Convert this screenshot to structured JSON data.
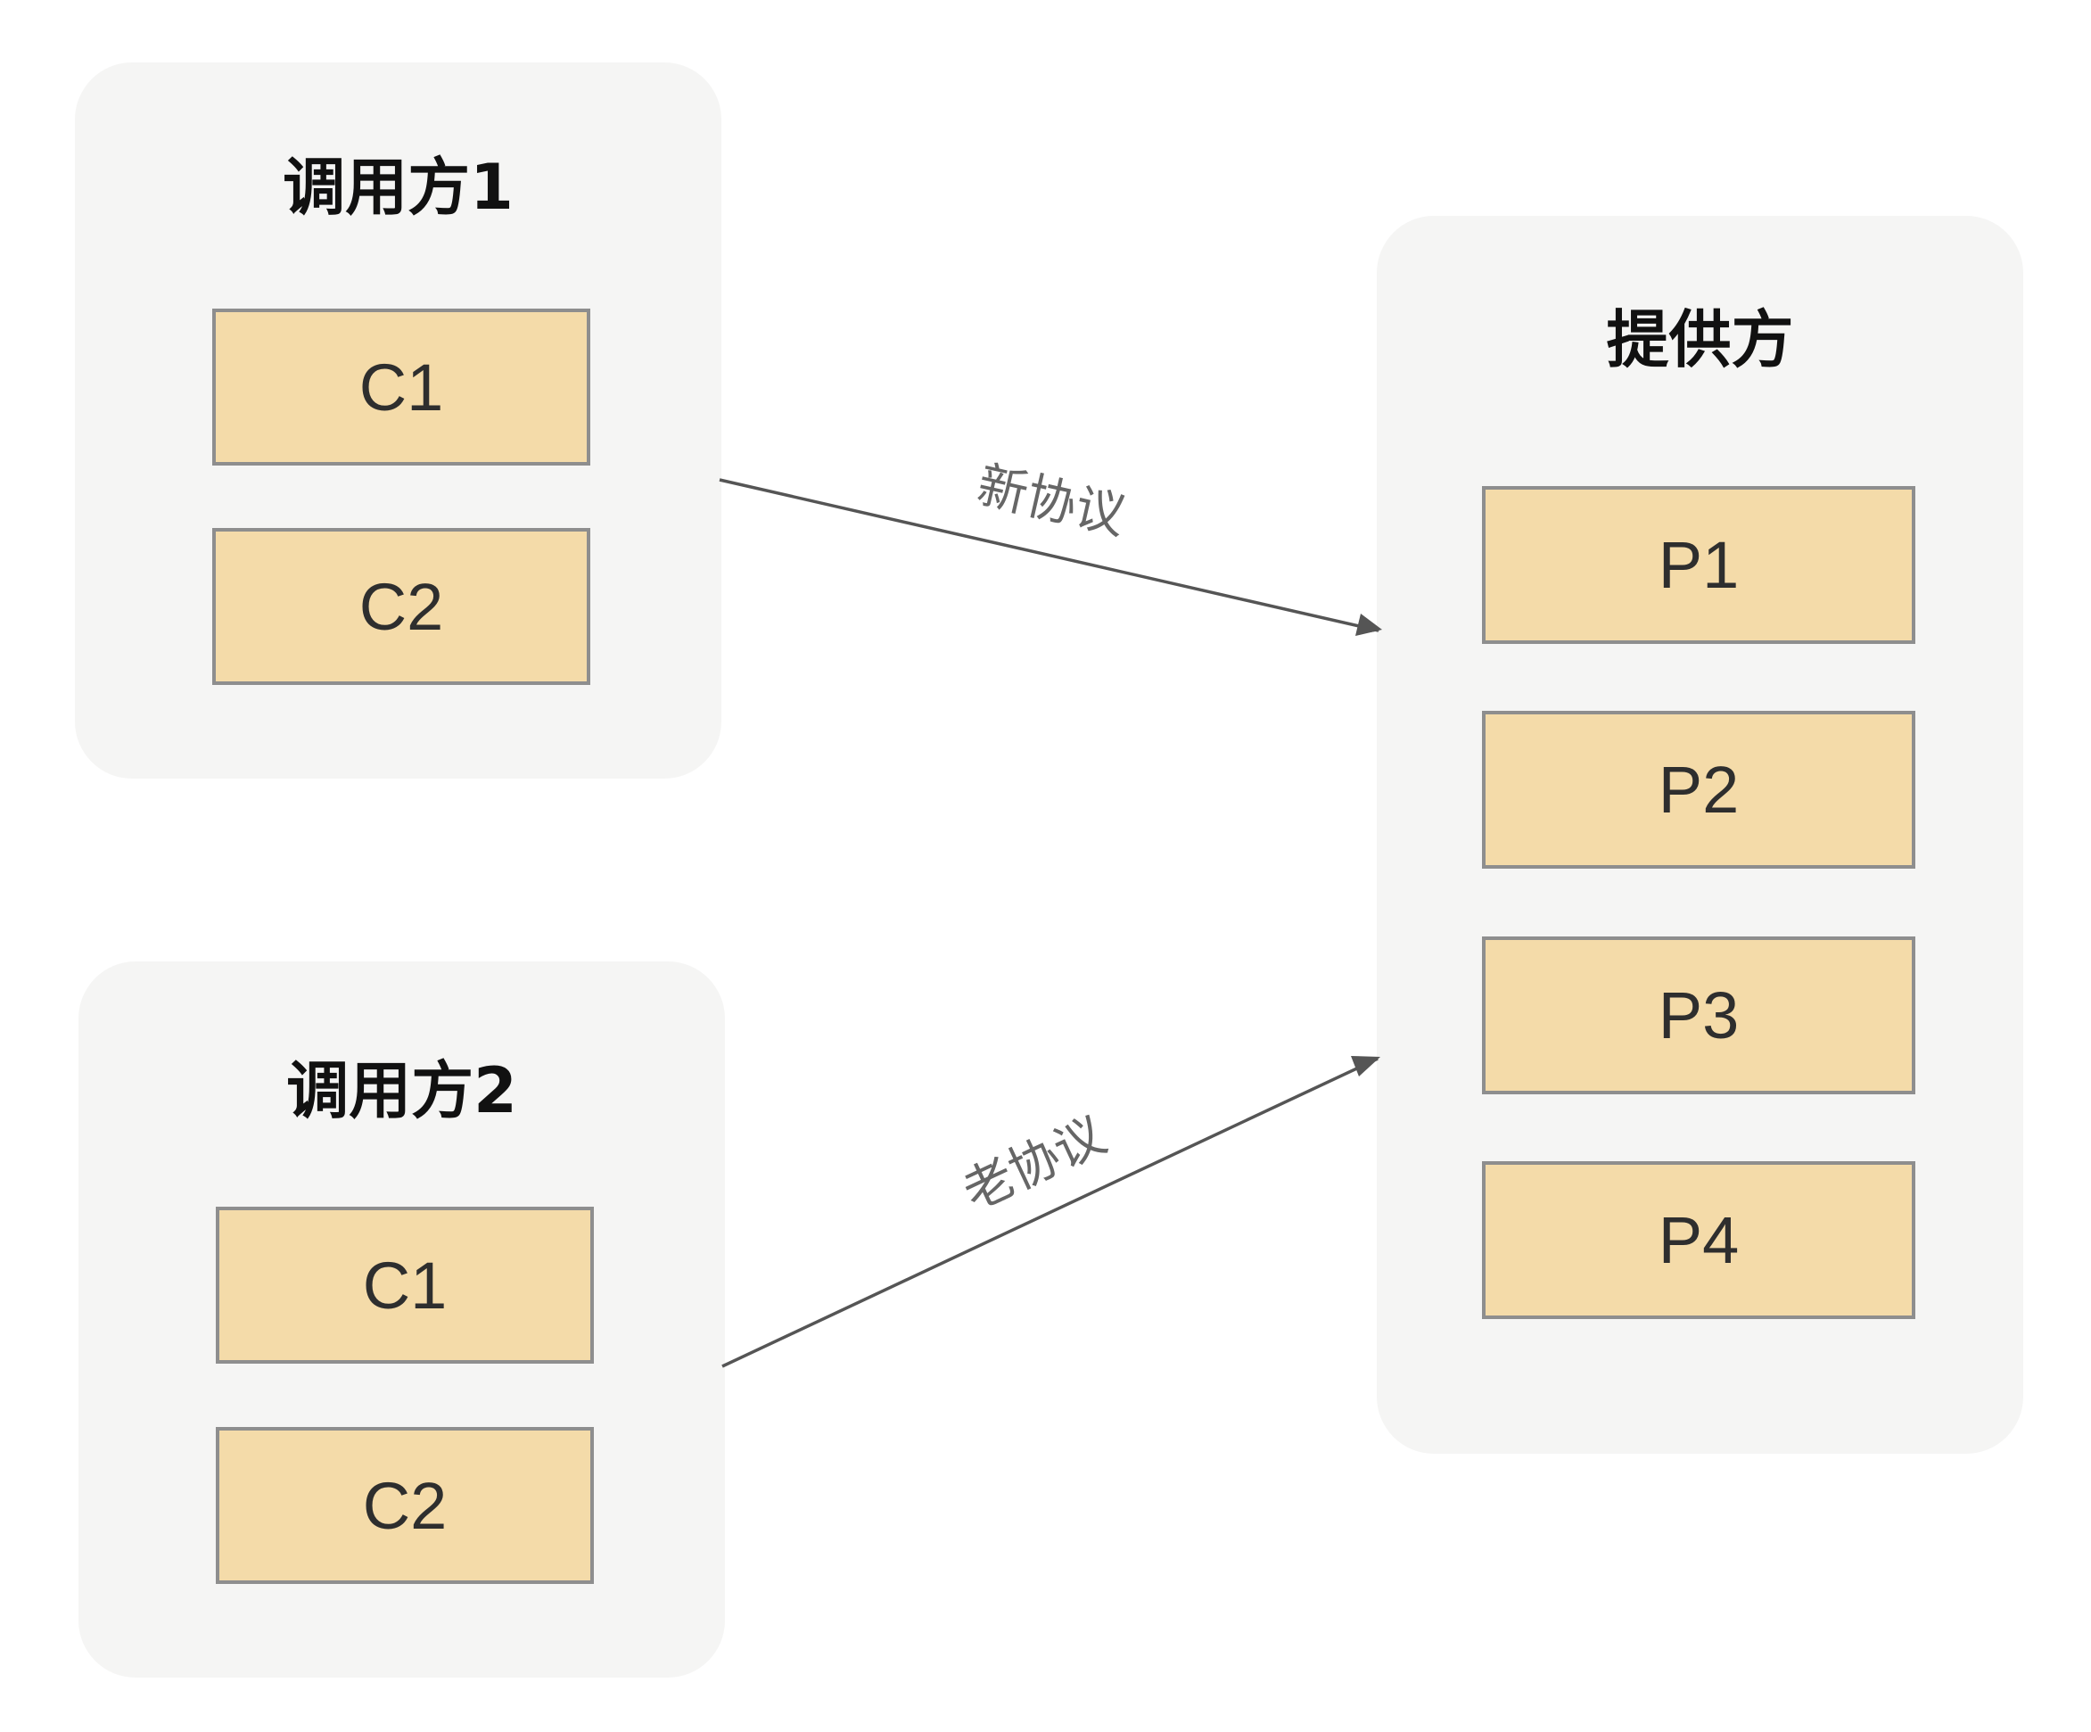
{
  "caller1": {
    "title": "调用方1",
    "nodes": [
      "C1",
      "C2"
    ]
  },
  "caller2": {
    "title": "调用方2",
    "nodes": [
      "C1",
      "C2"
    ]
  },
  "provider": {
    "title": "提供方",
    "nodes": [
      "P1",
      "P2",
      "P3",
      "P4"
    ]
  },
  "edges": {
    "new_protocol": "新协议",
    "old_protocol": "老协议"
  },
  "colors": {
    "group_bg": "#f5f5f4",
    "node_fill": "#f4dba9",
    "node_border": "#8e8e8e",
    "arrow": "#555555"
  }
}
